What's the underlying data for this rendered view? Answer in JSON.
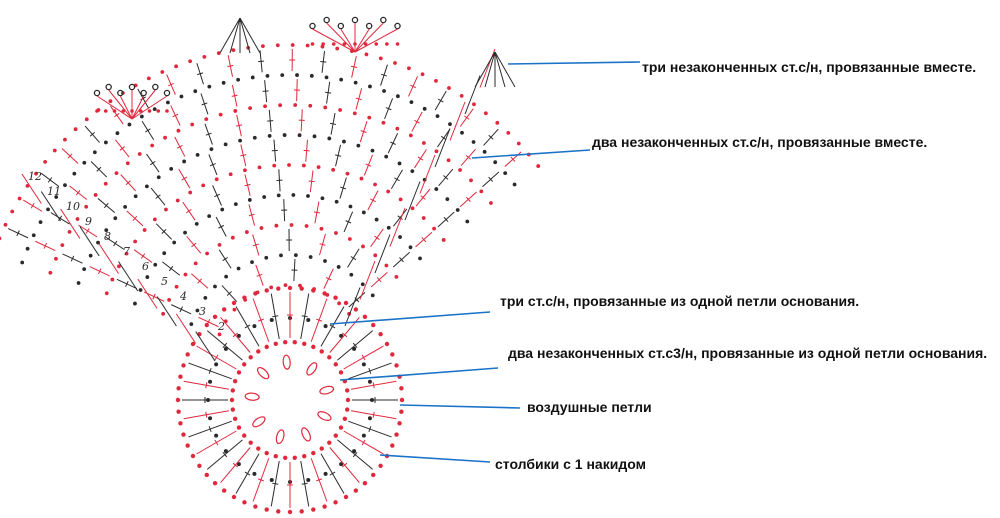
{
  "labels": {
    "three_unfinished_tog": "три незаконченных ст.с/н, провязанные вместе.",
    "two_unfinished_tog": "два незаконченных ст.с/н, провязанные вместе.",
    "three_dc_one_base": "три ст.с/н, провязанные из одной петли основания.",
    "two_unfinished_tr_one_base": "два незаконченных ст.с3/н, провязанные из одной петли основания.",
    "chain_stitches": "воздушные петли",
    "double_crochet": "столбики с 1 накидом"
  },
  "row_numbers": [
    "12",
    "11",
    "10",
    "9",
    "8",
    "7",
    "6",
    "5",
    "4",
    "3",
    "2"
  ],
  "colors": {
    "red": "#e0283c",
    "dark": "#2a2a2a",
    "leader": "#1a73c8"
  },
  "icons": [
    "chain-dot-icon",
    "double-crochet-icon",
    "decrease-icon",
    "picot-icon",
    "puff-stitch-icon"
  ]
}
